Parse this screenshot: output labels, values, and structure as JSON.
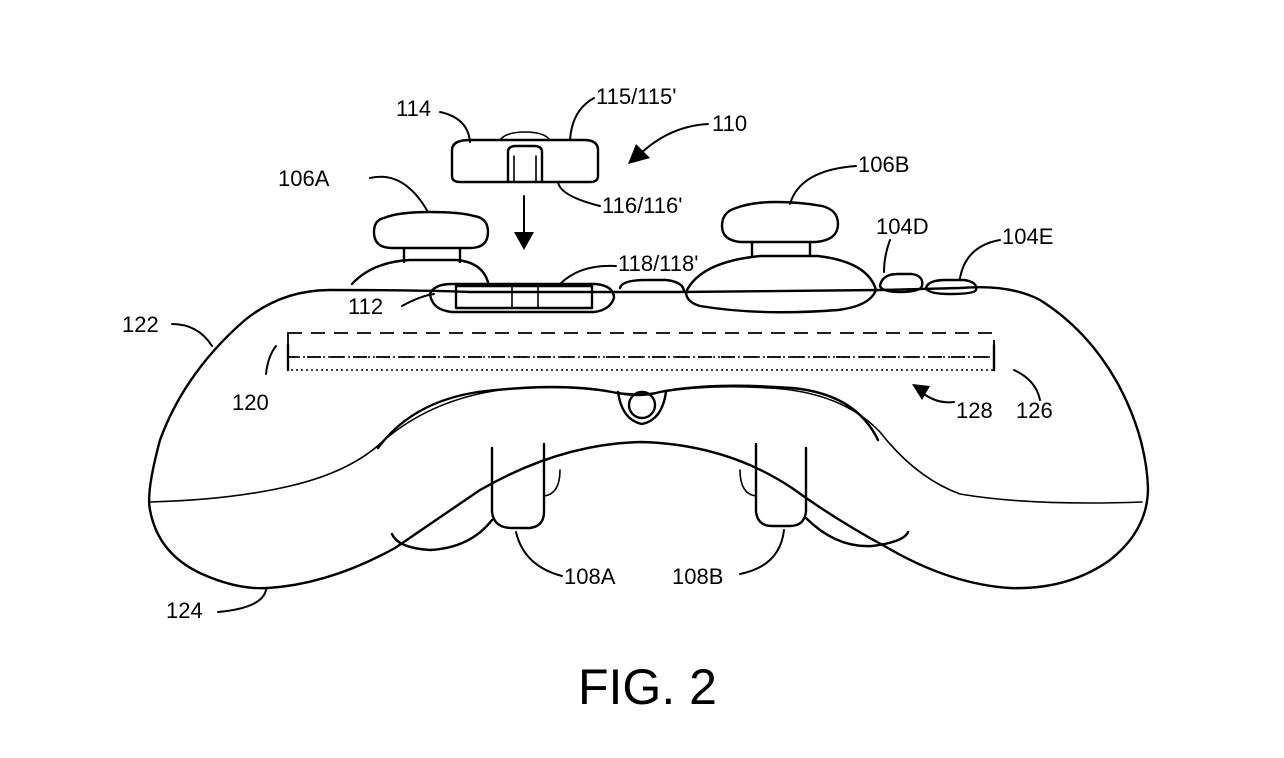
{
  "figure": {
    "caption": "FIG. 2",
    "labels": {
      "r114": "114",
      "r115": "115/115'",
      "r110": "110",
      "r106a": "106A",
      "r106b": "106B",
      "r116": "116/116'",
      "r104d": "104D",
      "r104e": "104E",
      "r118": "118/118'",
      "r112": "112",
      "r122": "122",
      "r120": "120",
      "r128": "128",
      "r126": "126",
      "r108a": "108A",
      "r108b": "108B",
      "r124": "124"
    }
  }
}
